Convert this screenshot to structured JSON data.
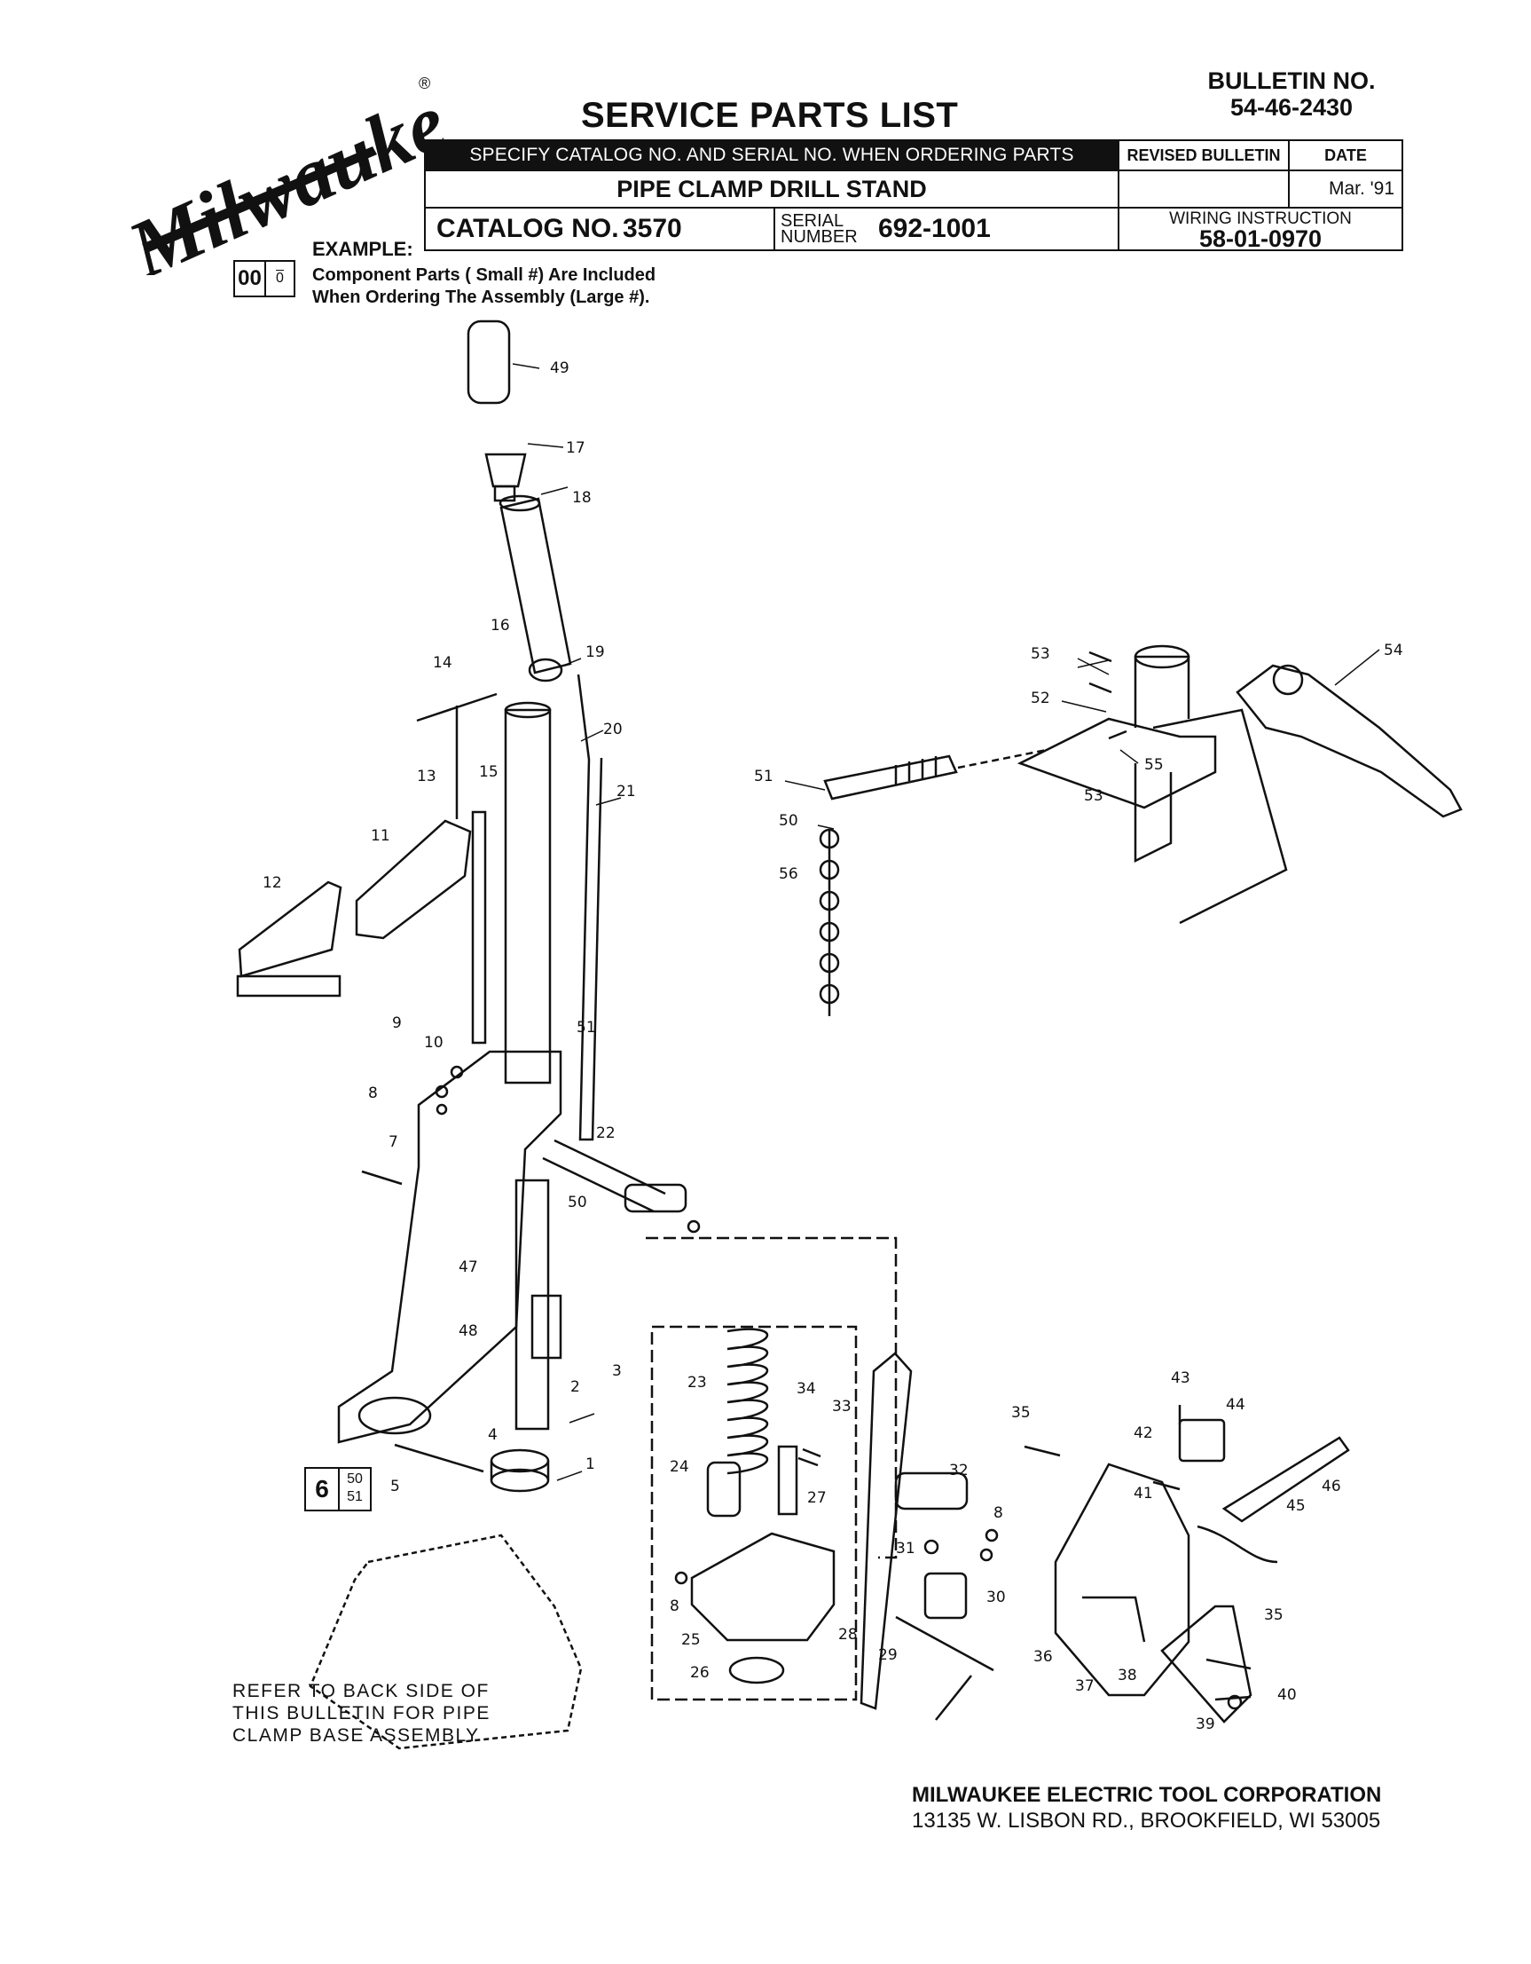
{
  "brand": {
    "logo_text": "Milwaukee",
    "registered": "®"
  },
  "bulletin": {
    "label": "BULLETIN NO.",
    "number": "54-46-2430"
  },
  "title": "SERVICE PARTS LIST",
  "header": {
    "specify": "SPECIFY CATALOG NO. AND SERIAL NO. WHEN ORDERING PARTS",
    "product": "PIPE CLAMP DRILL STAND",
    "catalog_label": "CATALOG NO.",
    "catalog_no": "3570",
    "serial_label_1": "SERIAL",
    "serial_label_2": "NUMBER",
    "serial_no": "692-1001",
    "revised_label": "REVISED BULLETIN",
    "date_label": "DATE",
    "date_value": "Mar. '91",
    "wiring_label": "WIRING INSTRUCTION",
    "wiring_no": "58-01-0970"
  },
  "example": {
    "label": "EXAMPLE:",
    "big": "00",
    "small": "0",
    "line1": "Component Parts (  Small #) Are Included",
    "line2": "When Ordering The Assembly (Large #)."
  },
  "assembly_box": {
    "big": "6",
    "small_1": "50",
    "small_2": "51"
  },
  "refer_note": [
    "REFER TO BACK SIDE OF",
    "THIS BULLETIN FOR PIPE",
    "CLAMP BASE ASSEMBLY"
  ],
  "footer": {
    "company": "MILWAUKEE ELECTRIC TOOL CORPORATION",
    "address": "13135 W. LISBON RD., BROOKFIELD, WI 53005"
  },
  "part_labels": [
    "49",
    "17",
    "18",
    "16",
    "19",
    "14",
    "20",
    "21",
    "13",
    "15",
    "11",
    "12",
    "51",
    "9",
    "10",
    "8",
    "7",
    "22",
    "50",
    "47",
    "48",
    "2",
    "3",
    "4",
    "5",
    "1",
    "53",
    "54",
    "52",
    "55",
    "51",
    "50",
    "56",
    "53",
    "43",
    "44",
    "42",
    "34",
    "33",
    "35",
    "32",
    "8",
    "41",
    "46",
    "45",
    "23",
    "24",
    "27",
    "31",
    "30",
    "8",
    "25",
    "28",
    "29",
    "36",
    "35",
    "26",
    "37",
    "38",
    "40",
    "39"
  ]
}
